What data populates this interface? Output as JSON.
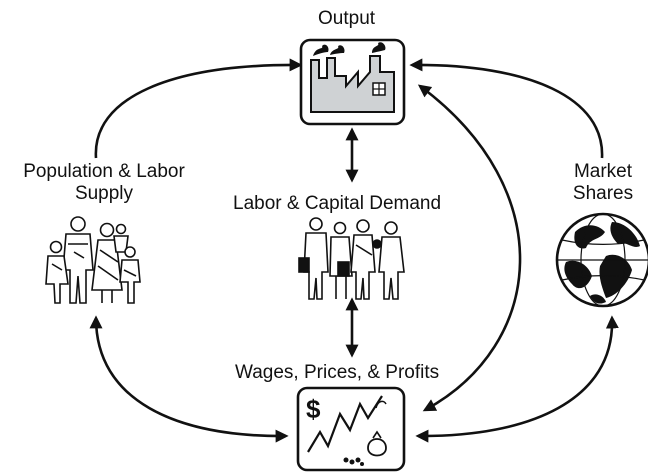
{
  "nodes": {
    "output": {
      "label": "Output",
      "icon": "factory-icon"
    },
    "population": {
      "label_line1": "Population & Labor",
      "label_line2": "Supply",
      "icon": "family-icon"
    },
    "labor_capital": {
      "label": "Labor & Capital Demand",
      "icon": "workers-icon"
    },
    "market": {
      "label_line1": "Market",
      "label_line2": "Shares",
      "icon": "globe-icon"
    },
    "wages": {
      "label": "Wages, Prices, & Profits",
      "icon": "price-chart-icon"
    }
  },
  "colors": {
    "ink": "#111111",
    "factory_fill": "#cfd2d4",
    "background": "#ffffff"
  }
}
